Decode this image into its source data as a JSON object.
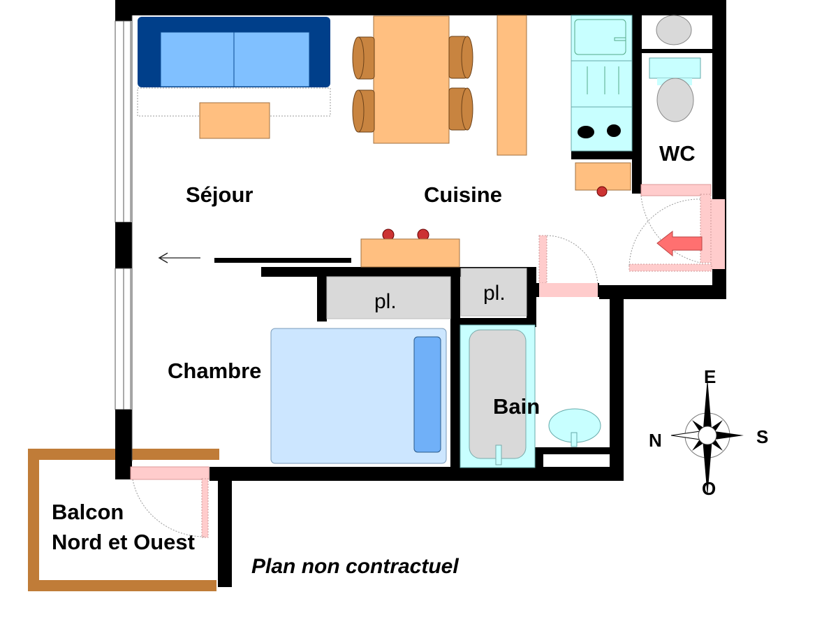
{
  "rooms": {
    "sejour": "Séjour",
    "cuisine": "Cuisine",
    "wc": "WC",
    "chambre": "Chambre",
    "bain": "Bain",
    "placard_1": "pl.",
    "placard_2": "pl.",
    "balcon_line1": "Balcon",
    "balcon_line2": "Nord et Ouest"
  },
  "compass": {
    "top": "E",
    "left": "N",
    "right": "S",
    "bottom": "O"
  },
  "note": "Plan non contractuel",
  "colors": {
    "wall": "#000000",
    "sofa_frame": "#003f8a",
    "sofa_cushion": "#80c0ff",
    "wood": "#ffbf80",
    "chair": "#c88440",
    "appliance": "#c8ffff",
    "sanitary_grey": "#d9d9d9",
    "bed": "#cce6ff",
    "pillow": "#70b0f8",
    "door": "#ffcccc",
    "entry_arrow": "#ff7070",
    "balcony_rail": "#c07c38",
    "knob": "#cc3333"
  }
}
